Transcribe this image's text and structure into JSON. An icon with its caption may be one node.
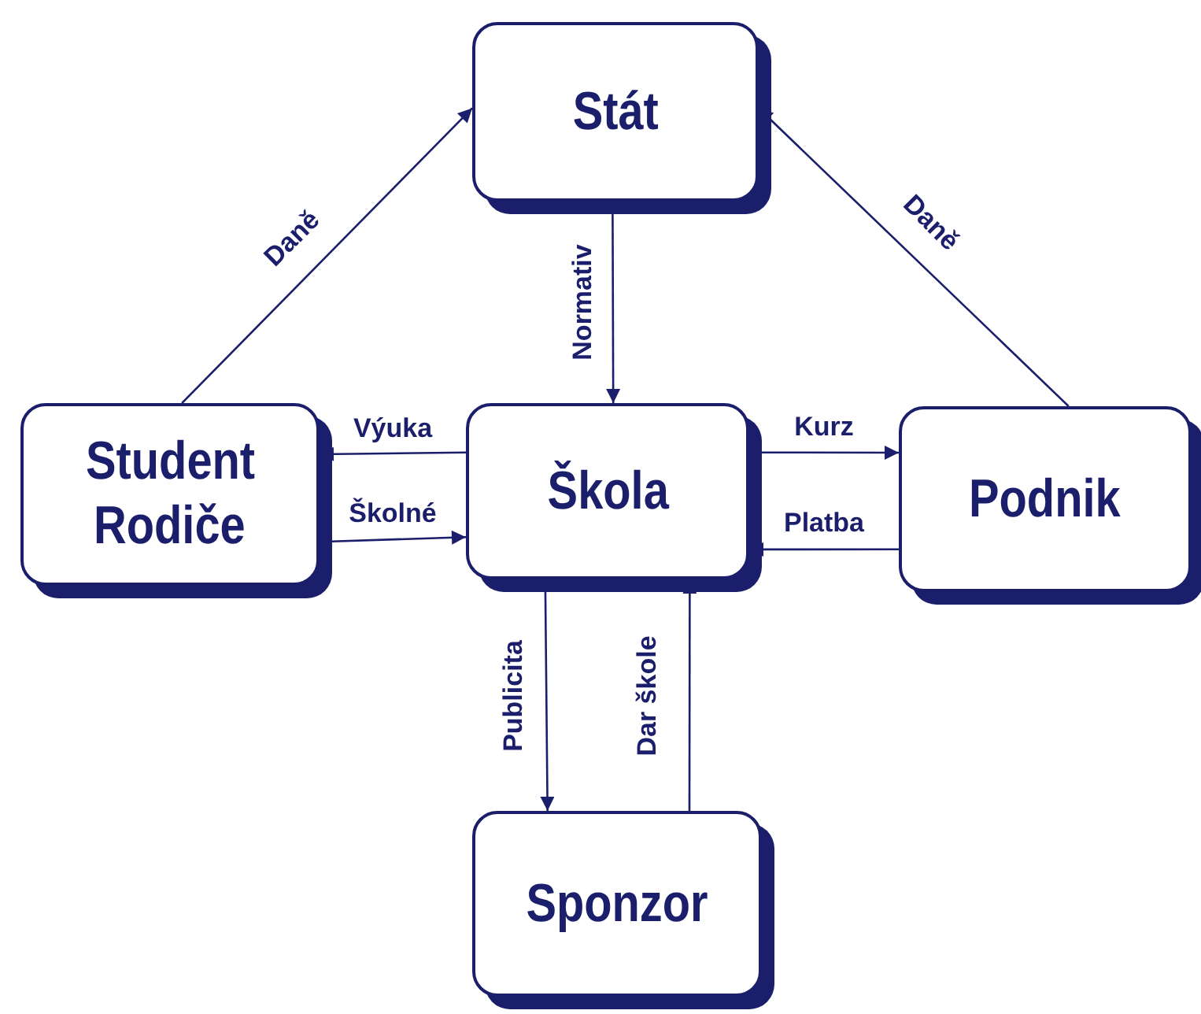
{
  "diagram": {
    "nodes": [
      {
        "text": [
          "Stát"
        ]
      },
      {
        "text": [
          "Student",
          "Rodiče"
        ]
      },
      {
        "text": [
          "Škola"
        ]
      },
      {
        "text": [
          "Podnik"
        ]
      },
      {
        "text": [
          "Sponzor"
        ]
      }
    ],
    "edges": [
      {
        "from": 1,
        "to": 0,
        "arrow": "to",
        "label": "Daně"
      },
      {
        "from": 3,
        "to": 0,
        "arrow": "to",
        "label": "Daně"
      },
      {
        "from": 0,
        "to": 2,
        "arrow": "to",
        "label": "Normativ"
      },
      {
        "from": 2,
        "to": 1,
        "arrow": "to",
        "label": "Výuka"
      },
      {
        "from": 1,
        "to": 2,
        "arrow": "to",
        "label": "Školné"
      },
      {
        "from": 2,
        "to": 3,
        "arrow": "to",
        "label": "Kurz"
      },
      {
        "from": 3,
        "to": 2,
        "arrow": "to",
        "label": "Platba"
      },
      {
        "from": 2,
        "to": 4,
        "arrow": "to",
        "label": "Publicita"
      },
      {
        "from": 4,
        "to": 2,
        "arrow": "to",
        "label": "Dar škole"
      }
    ]
  }
}
